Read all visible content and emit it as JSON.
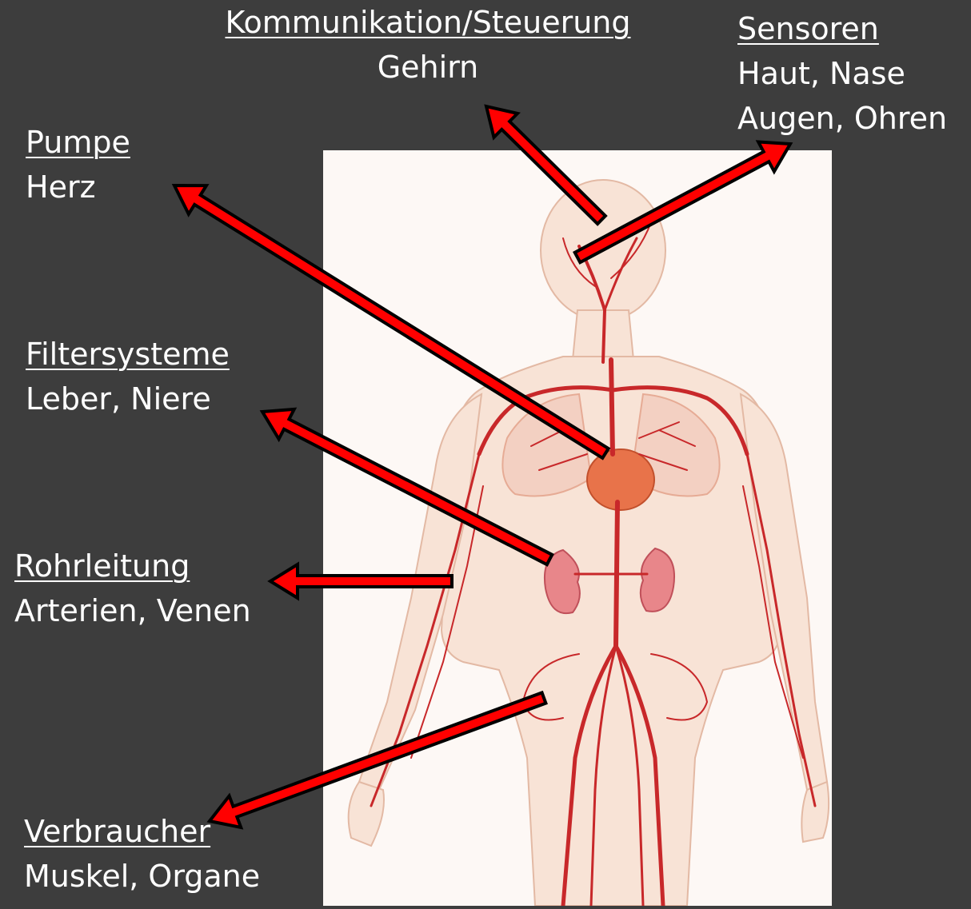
{
  "labels": {
    "kommunikation": {
      "title": "Kommunikation/Steuerung",
      "text": "Gehirn"
    },
    "sensoren": {
      "title": "Sensoren",
      "line1": "Haut, Nase",
      "line2": "Augen, Ohren"
    },
    "pumpe": {
      "title": "Pumpe",
      "text": "Herz"
    },
    "filtersysteme": {
      "title": "Filtersysteme",
      "text": "Leber, Niere"
    },
    "rohrleitung": {
      "title": "Rohrleitung",
      "text": "Arterien, Venen"
    },
    "verbraucher": {
      "title": "Verbraucher",
      "text": "Muskel, Organe"
    }
  },
  "colors": {
    "background": "#3d3d3d",
    "text": "#ffffff",
    "arrow_fill": "#ff0000",
    "arrow_outline": "#000000",
    "vessel": "#c8282a",
    "skin": "#f7d9c8",
    "heart": "#e8734a",
    "kidney": "#e8868a"
  }
}
